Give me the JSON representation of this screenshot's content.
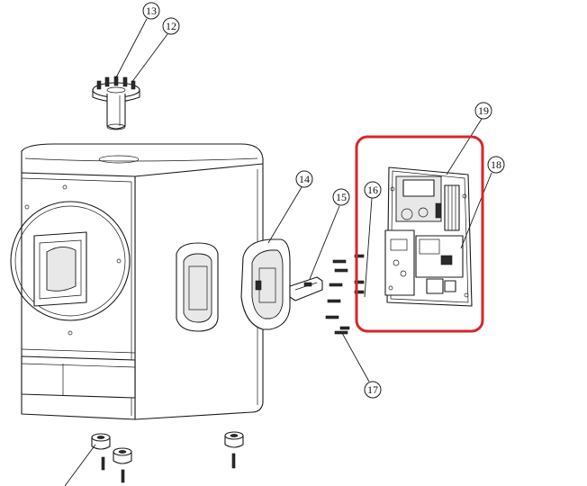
{
  "colors": {
    "highlight": "#d9252b",
    "line": "#1a1a1a",
    "background": "#ffffff"
  },
  "callouts": [
    {
      "id": "c13",
      "label": "13"
    },
    {
      "id": "c12",
      "label": "12"
    },
    {
      "id": "c14",
      "label": "14"
    },
    {
      "id": "c15",
      "label": "15"
    },
    {
      "id": "c16",
      "label": "16"
    },
    {
      "id": "c19",
      "label": "19"
    },
    {
      "id": "c18",
      "label": "18"
    },
    {
      "id": "c17",
      "label": "17"
    }
  ],
  "highlight_box": {
    "target": "amplifier-module",
    "style": "rounded-rectangle"
  }
}
